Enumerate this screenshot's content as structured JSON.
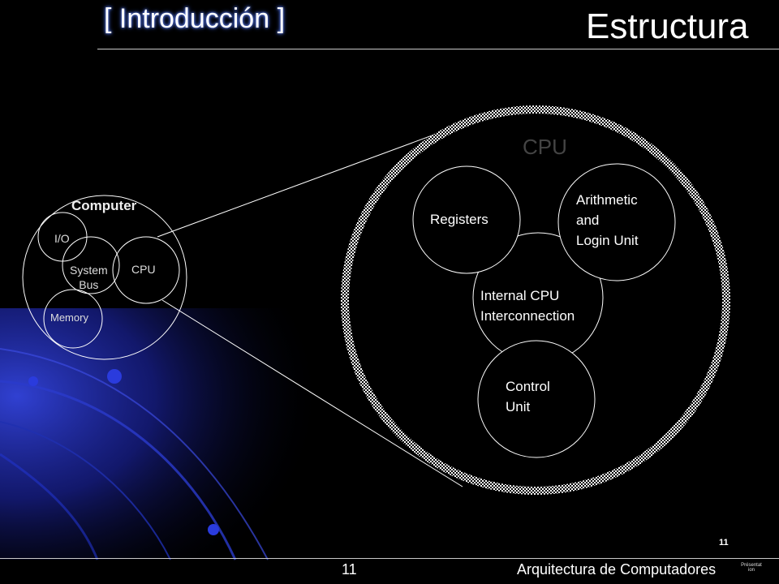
{
  "header": {
    "section_title": "[ Introducción ]",
    "slide_title": "Estructura"
  },
  "footer": {
    "page_number": "11",
    "page_number_small": "11",
    "course_name": "Arquitectura de Computadores",
    "presentation_tag": "Présentat ion"
  },
  "computer_diagram": {
    "label": "Computer",
    "io_label": "I/O",
    "system_bus_label": "System\nBus",
    "cpu_label": "CPU",
    "memory_label": "Memory"
  },
  "cpu_diagram": {
    "label": "CPU",
    "registers_label": "Registers",
    "alu_label": "Arithmetic\nand\nLogin Unit",
    "interconnection_label": "Internal CPU\nInterconnection",
    "control_unit_label": "Control\nUnit"
  },
  "colors": {
    "background": "#000000",
    "accent_blue": "#2233cc",
    "title_glow": "#6a8cff",
    "rule": "#c9c9c9"
  }
}
